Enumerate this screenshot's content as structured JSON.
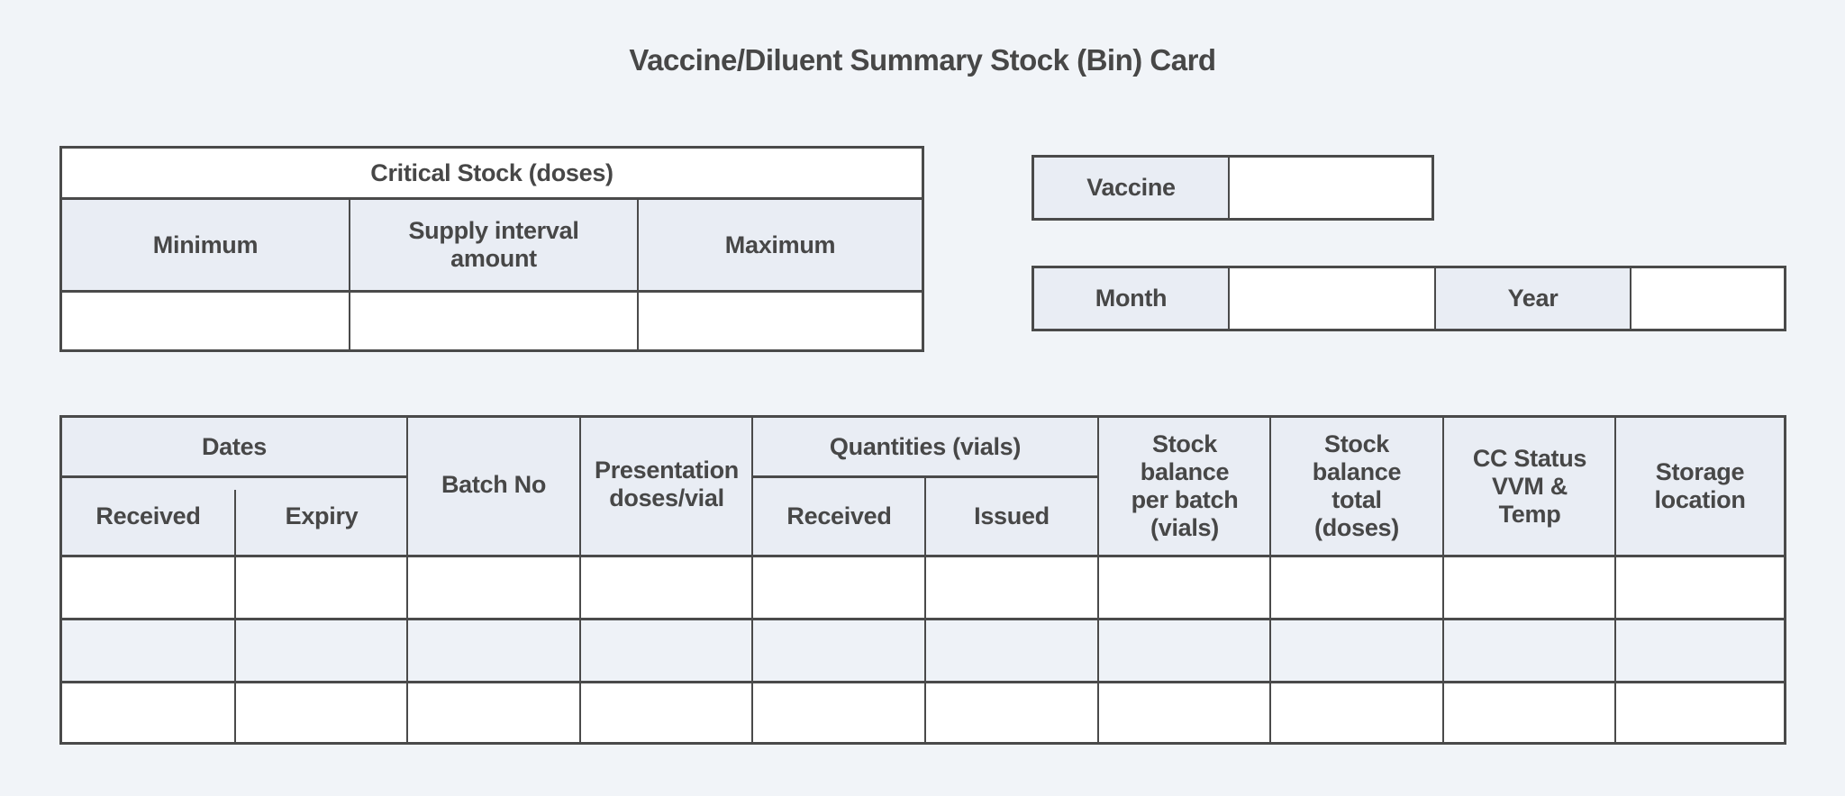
{
  "title": "Vaccine/Diluent Summary Stock (Bin) Card",
  "critical_stock": {
    "heading": "Critical Stock (doses)",
    "columns": [
      "Minimum",
      "Supply interval amount",
      "Maximum"
    ],
    "values": [
      "",
      "",
      ""
    ]
  },
  "vaccine": {
    "label": "Vaccine",
    "value": ""
  },
  "period": {
    "month_label": "Month",
    "month_value": "",
    "year_label": "Year",
    "year_value": ""
  },
  "ledger": {
    "group_headers": {
      "dates": "Dates",
      "quantities": "Quantities (vials)"
    },
    "columns": [
      "Received",
      "Expiry",
      "Batch No",
      "Presentation doses/vial",
      "Received",
      "Issued",
      "Stock balance per batch (vials)",
      "Stock balance total (doses)",
      "CC Status VVM & Temp",
      "Storage location"
    ],
    "rows": [
      [
        "",
        "",
        "",
        "",
        "",
        "",
        "",
        "",
        "",
        ""
      ],
      [
        "",
        "",
        "",
        "",
        "",
        "",
        "",
        "",
        "",
        ""
      ],
      [
        "",
        "",
        "",
        "",
        "",
        "",
        "",
        "",
        "",
        ""
      ]
    ]
  },
  "colors": {
    "page_bg": "#f1f4f8",
    "header_bg": "#e9edf4",
    "border": "#4a4a4a",
    "text": "#474747"
  }
}
